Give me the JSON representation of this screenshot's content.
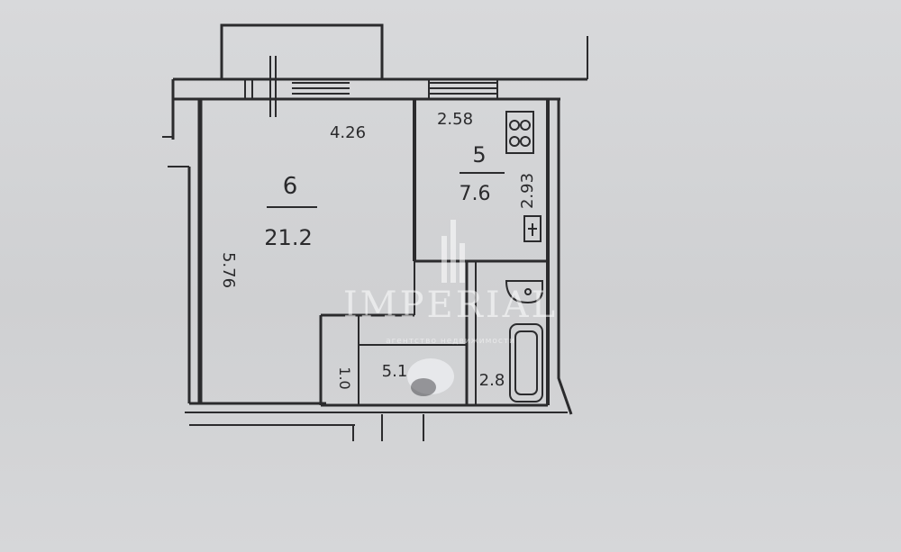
{
  "watermark": {
    "brand": "IMPERIAL",
    "tagline": "агентство недвижимости"
  },
  "rooms": [
    {
      "number": "6",
      "area": "21.2"
    },
    {
      "number": "5",
      "area": "7.6"
    },
    {
      "number": "",
      "area": "5.1"
    },
    {
      "number": "",
      "area": "2.8"
    },
    {
      "number": "",
      "area": "1.0"
    }
  ],
  "dimensions": {
    "living_width": "4.26",
    "living_height": "5.76",
    "kitchen_width": "2.58",
    "kitchen_height": "2.93"
  }
}
